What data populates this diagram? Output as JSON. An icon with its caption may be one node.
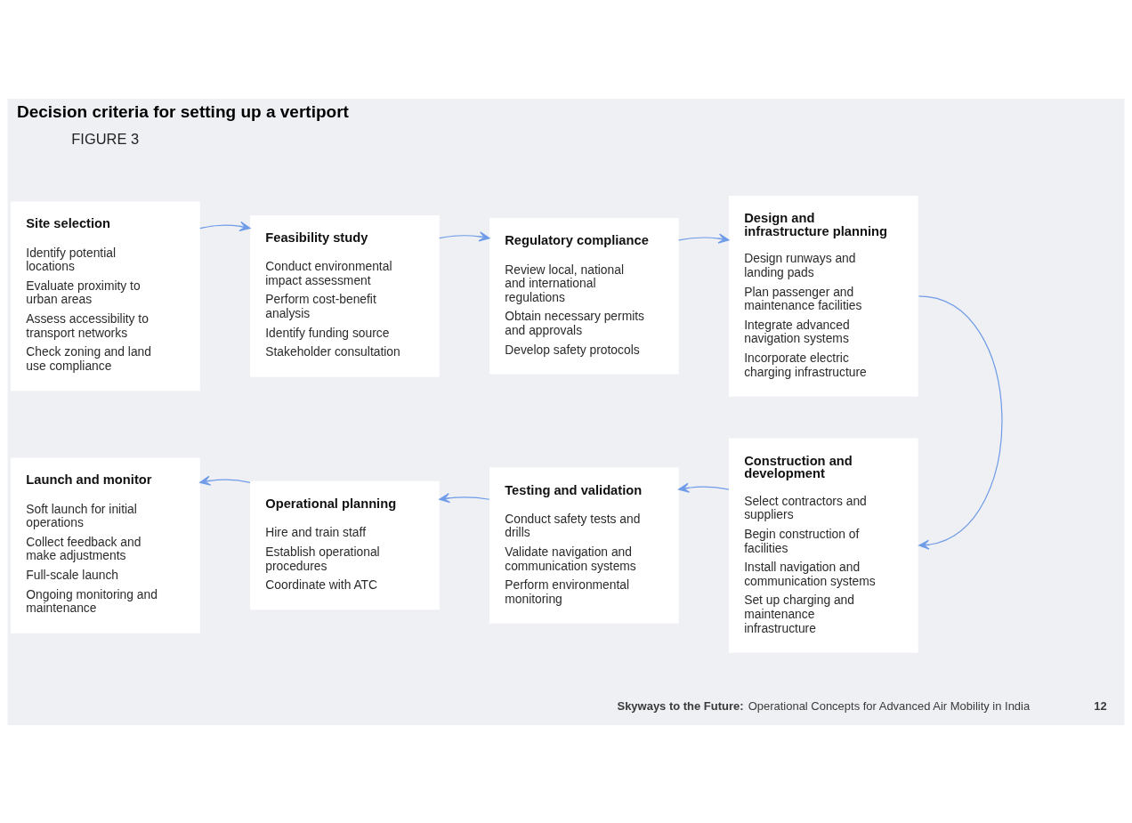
{
  "diagram": {
    "title": "Decision criteria for setting up a vertiport",
    "caption": "**Skyways to the Future:** Operational Concepts for Advanced Air Mobility in India",
    "nodes": [
      {
        "text": [
          "Site selection",
          "Identify potential locations",
          "Evaluate proximity to urban areas",
          "Assess accessibility to transport networks",
          "Check zoning and land use compliance"
        ]
      },
      {
        "text": [
          "Feasibility study",
          "Conduct environmental impact assessment",
          "Perform cost-benefit analysis",
          "Identify funding source",
          "Stakeholder consultation"
        ]
      },
      {
        "text": [
          "Regulatory compliance",
          "Review local, national and international regulations",
          "Obtain necessary permits and approvals",
          "Develop safety protocols"
        ]
      },
      {
        "text": [
          "Design and infrastructure planning",
          "Design runways and landing pads",
          "Plan passenger and maintenance facilities",
          "Integrate advanced navigation systems",
          "Incorporate electric charging infrastructure"
        ]
      },
      {
        "text": [
          "Launch and monitor",
          "Soft launch for initial operations",
          "Collect feedback and make adjustments",
          "Full-scale launch",
          "Ongoing monitoring and maintenance"
        ]
      },
      {
        "text": [
          "Operational planning",
          "Hire and train staff",
          "Establish operational procedures",
          "Coordinate with ATC"
        ]
      },
      {
        "text": [
          "Testing and validation",
          "Conduct safety tests and drills",
          "Validate navigation and communication systems",
          "Perform environmental monitoring"
        ]
      },
      {
        "text": [
          "Construction and development",
          "Select contractors and suppliers",
          "Begin construction of facilities",
          "Install navigation and communication systems",
          "Set up charging and maintenance infrastructure"
        ]
      }
    ],
    "edges": [
      {
        "from": 0,
        "to": 1,
        "arrow": "to"
      },
      {
        "from": 1,
        "to": 2,
        "arrow": "to"
      },
      {
        "from": 2,
        "to": 3,
        "arrow": "to"
      },
      {
        "from": 3,
        "to": 7,
        "arrow": "to"
      },
      {
        "from": 7,
        "to": 6,
        "arrow": "to"
      },
      {
        "from": 6,
        "to": 5,
        "arrow": "to"
      },
      {
        "from": 5,
        "to": 4,
        "arrow": "to"
      }
    ],
    "labels": [
      "FIGURE 3",
      "12"
    ]
  }
}
